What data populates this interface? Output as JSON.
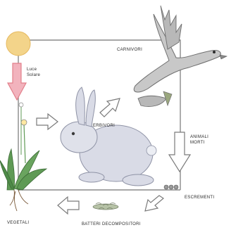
{
  "labels": {
    "sun": "Luce\nSolare",
    "plants": "VEGETALI",
    "herbivores": "ERBIVORI",
    "carnivores": "CARNIVORI",
    "dead_animals": "ANIMALI\nMORTI",
    "excrement": "ESCREMENTI",
    "decomposers": "BATTERI DECOMPOSITORI"
  },
  "colors": {
    "sun": "#f3d48a",
    "sun_arrow": "#e37f8a",
    "arrow_stroke": "#7a7a7a",
    "frame": "#8a8a8a",
    "rabbit": "#d9dbe6",
    "plant": "#5f9a55",
    "hawk": "#b8b8b8"
  },
  "icons": [
    "sun-icon",
    "rabbit-icon",
    "hawk-icon",
    "dandelion-plant-icon",
    "bacteria-icon",
    "droppings-icon"
  ]
}
